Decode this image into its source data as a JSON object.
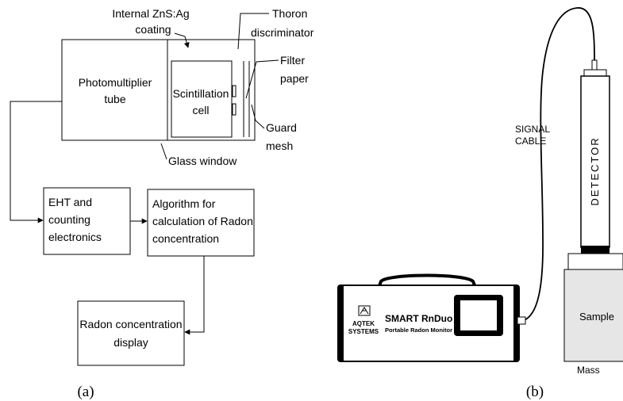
{
  "panel_a": {
    "pmt": [
      "Photomultiplier",
      "tube"
    ],
    "cell": [
      "Scintillation",
      "cell"
    ],
    "coating": [
      "Internal ZnS:Ag",
      "coating"
    ],
    "thoron": [
      "Thoron",
      "discriminator"
    ],
    "filter": [
      "Filter",
      "paper"
    ],
    "guard": [
      "Guard",
      "mesh"
    ],
    "glass": "Glass window",
    "eht": [
      "EHT and",
      "counting",
      "electronics"
    ],
    "algo": [
      "Algorithm for",
      "calculation of Radon",
      "concentration"
    ],
    "display": [
      "Radon concentration",
      "display"
    ],
    "caption": "(a)"
  },
  "panel_b": {
    "signal": [
      "SIGNAL",
      "CABLE"
    ],
    "detector": "DETECTOR",
    "sample": "Sample",
    "mass": "Mass",
    "brand": [
      "AQTEK",
      "SYSTEMS"
    ],
    "model": "SMART RnDuo",
    "subtitle": "Portable Radon Monitor",
    "caption": "(b)"
  }
}
